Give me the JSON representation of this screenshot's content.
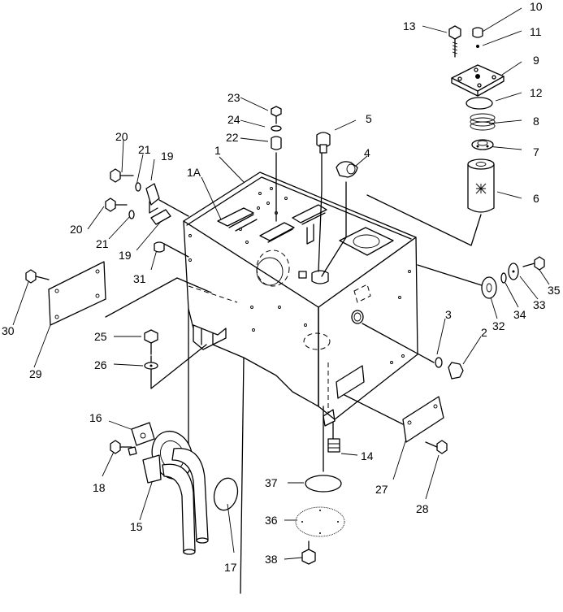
{
  "labels": {
    "p1": "1",
    "p1A": "1A",
    "p2": "2",
    "p3": "3",
    "p4": "4",
    "p5": "5",
    "p6": "6",
    "p7": "7",
    "p8": "8",
    "p9": "9",
    "p10": "10",
    "p11": "11",
    "p12": "12",
    "p13": "13",
    "p14": "14",
    "p15": "15",
    "p16": "16",
    "p17": "17",
    "p18": "18",
    "p19a": "19",
    "p19b": "19",
    "p20a": "20",
    "p20b": "20",
    "p21a": "21",
    "p21b": "21",
    "p22": "22",
    "p23": "23",
    "p24": "24",
    "p25": "25",
    "p26": "26",
    "p27": "27",
    "p28": "28",
    "p29": "29",
    "p30": "30",
    "p31": "31",
    "p32": "32",
    "p33": "33",
    "p34": "34",
    "p35": "35",
    "p36": "36",
    "p37": "37",
    "p38": "38"
  }
}
